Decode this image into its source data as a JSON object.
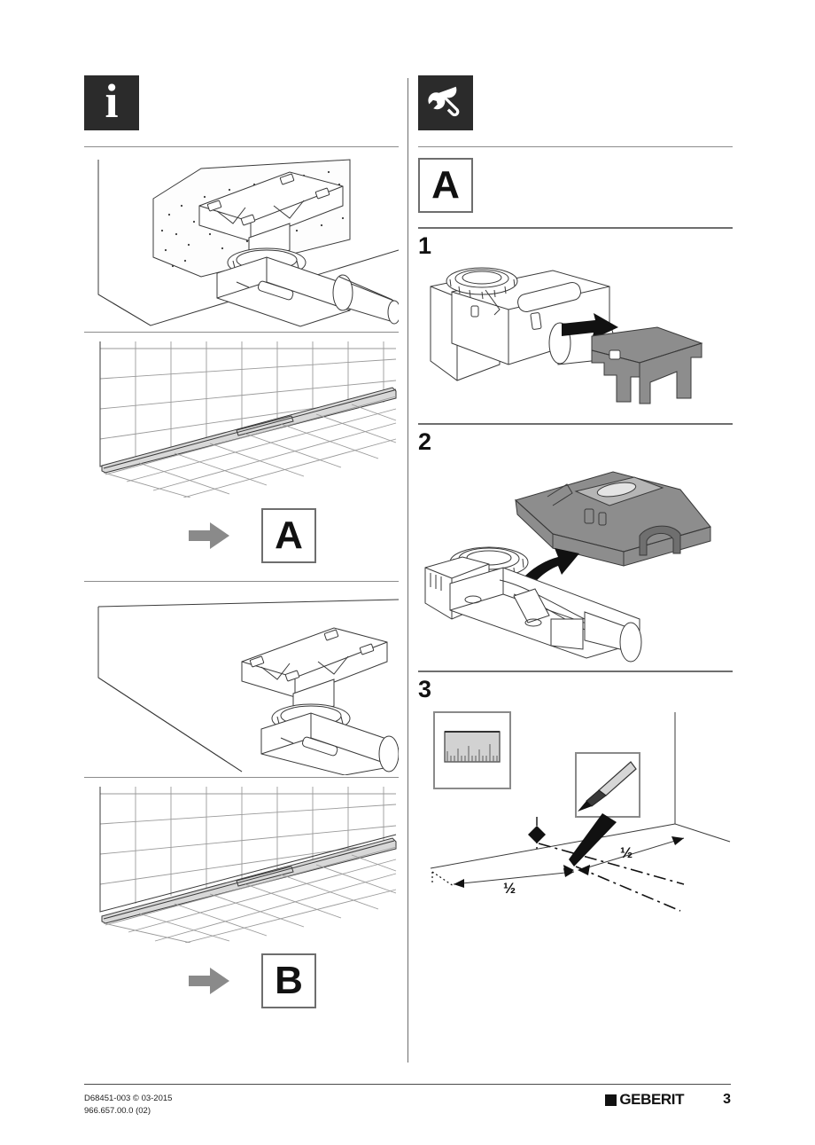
{
  "document": {
    "page_number": "3",
    "brand": "GEBERIT",
    "footer_code_line1": "D68451-003 © 03-2015",
    "footer_code_line2": "966.657.00.0 (02)"
  },
  "left_column": {
    "header_icon": "info-icon",
    "variant_a": {
      "figure_wall_mounted": "drain-body-against-wall-panel",
      "figure_tiled_floor": "tiled-floor-with-linear-drain-at-wall",
      "arrow": "gray-right-arrow",
      "result_label": "A"
    },
    "variant_b": {
      "figure_free_standing": "drain-body-away-from-wall",
      "figure_tiled_floor": "tiled-floor-with-linear-drain-offset",
      "arrow": "gray-right-arrow",
      "result_label": "B"
    }
  },
  "right_column": {
    "header_icon": "wrench-icon",
    "variant_label": "A",
    "steps": [
      {
        "number": "1",
        "figure": "remove-protective-cap-from-drain-outlet"
      },
      {
        "number": "2",
        "figure": "lift-gray-cover-off-drain-body"
      },
      {
        "number": "3",
        "figure": "mark-centre-line-on-floor",
        "detail_boxes": [
          "ruler-icon",
          "marker-pen-icon"
        ],
        "dimension_labels": [
          "½",
          "½"
        ]
      }
    ]
  },
  "colors": {
    "icon_tile": "#2b2b2b",
    "box_border": "#6e6e6e",
    "arrow_gray": "#8a8a8a",
    "part_gray": "#8d8d8d",
    "rule": "#8c8c8c"
  }
}
